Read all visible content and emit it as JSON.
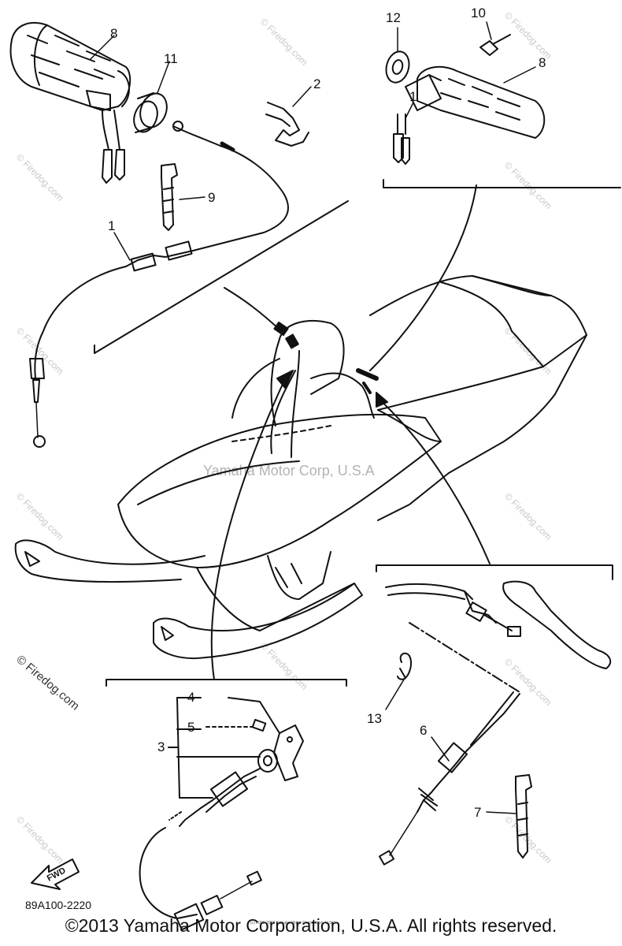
{
  "callouts": {
    "c1a": "1",
    "c1b": "1",
    "c2": "2",
    "c3": "3",
    "c4": "4",
    "c5": "5",
    "c6": "6",
    "c7": "7",
    "c8a": "8",
    "c8b": "8",
    "c9": "9",
    "c10": "10",
    "c11": "11",
    "c12": "12",
    "c13": "13"
  },
  "watermarks": {
    "center": "Yamaha Motor Corp, U.S.A",
    "side": "© Firedog.com",
    "repeat": "© Firedog.com"
  },
  "part_code": "89A100-2220",
  "fwd_label": "FWD",
  "tiny_notice": "(c) 2000-2015 Yamaha Motor Corporation, U.S.A.",
  "footer": "©2013 Yamaha Motor Corporation, U.S.A. All rights reserved."
}
